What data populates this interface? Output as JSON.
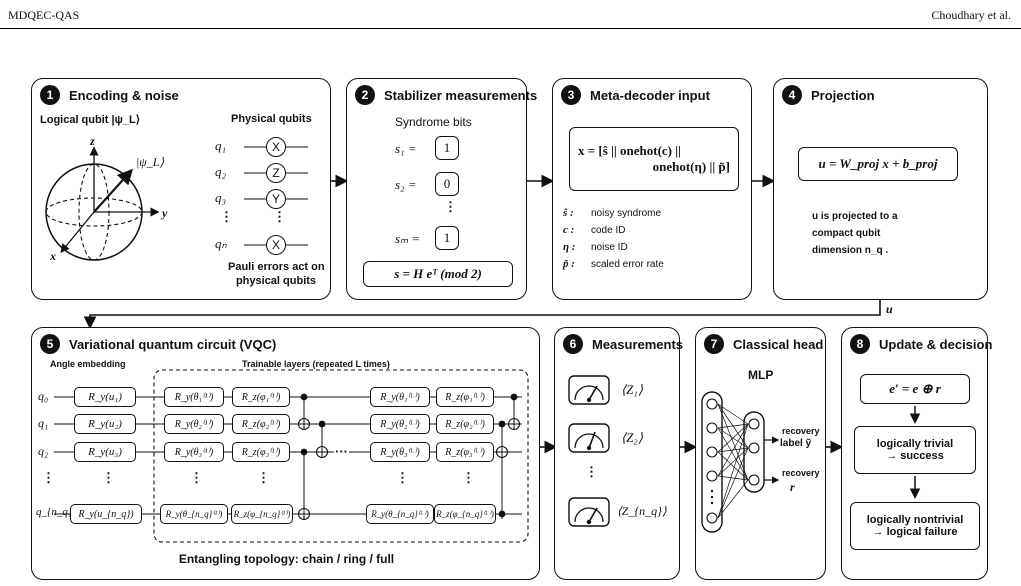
{
  "header": {
    "left": "MDQEC-QAS",
    "right": "Choudhary et al."
  },
  "p1": {
    "num": "1",
    "title": "Encoding & noise",
    "logical_label": "Logical qubit  |ψ_L⟩",
    "psi_label": "|ψ_L⟩",
    "axis_z": "z",
    "axis_y": "y",
    "axis_x": "x",
    "physical_label": "Physical qubits",
    "qubits": [
      "q₁",
      "q₂",
      "q₃",
      "⋮",
      "qₙ"
    ],
    "paulis": [
      "X",
      "Z",
      "Y",
      "X"
    ],
    "note": [
      "Pauli errors act on",
      "physical qubits"
    ]
  },
  "p2": {
    "num": "2",
    "title": "Stabilizer measurements",
    "syndrome_label": "Syndrome bits",
    "rows": [
      {
        "label": "s₁ =",
        "value": "1"
      },
      {
        "label": "s₂ =",
        "value": "0"
      },
      {
        "label": "sₘ =",
        "value": "1"
      }
    ],
    "dots": "⋮",
    "equation": "s = H eᵀ (mod 2)"
  },
  "p3": {
    "num": "3",
    "title": "Meta-decoder input",
    "eq_line1": "x = [ŝ  ||  onehot(c)  ||",
    "eq_line2": "onehot(η)  ||  p̃]",
    "legend": [
      {
        "sym": "ŝ :",
        "desc": "noisy syndrome"
      },
      {
        "sym": "c :",
        "desc": "code ID"
      },
      {
        "sym": "η :",
        "desc": "noise ID"
      },
      {
        "sym": "p̃ :",
        "desc": "scaled error rate"
      }
    ]
  },
  "p4": {
    "num": "4",
    "title": "Projection",
    "equation": "u = W_proj x + b_proj",
    "text": [
      "u    is projected to a",
      "compact qubit",
      "dimension  n_q ."
    ],
    "arrow_label": "u"
  },
  "p5": {
    "num": "5",
    "title": "Variational quantum circuit (VQC)",
    "angle_label": "Angle embedding",
    "trainable_label": "Trainable layers (repeated  L  times)",
    "qubits": [
      "q₀",
      "q₁",
      "q₂",
      "⋮",
      "q_{n_q}"
    ],
    "embed_gates": [
      "R_y(u₁)",
      "R_y(u₂)",
      "R_y(u₃)",
      "⋮",
      "R_y(u_{n_q})"
    ],
    "layer1_ry": [
      "R_y(θ₁⁽¹⁾)",
      "R_y(θ₂⁽¹⁾)",
      "R_y(θ₃⁽¹⁾)",
      "⋮",
      "R_y(θ_{n_q}⁽¹⁾)"
    ],
    "layer1_rz": [
      "R_z(φ₁⁽¹⁾)",
      "R_z(φ₂⁽¹⁾)",
      "R_z(φ₃⁽¹⁾)",
      "⋮",
      "R_z(φ_{n_q}⁽¹⁾)"
    ],
    "layerL_ry": [
      "R_y(θ₁⁽ᴸ⁾)",
      "R_y(θ₂⁽ᴸ⁾)",
      "R_y(θ₃⁽ᴸ⁾)",
      "⋮",
      "R_y(θ_{n_q}⁽ᴸ⁾)"
    ],
    "layerL_rz": [
      "R_z(φ₁⁽ᴸ⁾)",
      "R_z(φ₂⁽ᴸ⁾)",
      "R_z(φ₃⁽ᴸ⁾)",
      "⋮",
      "R_z(φ_{n_q}⁽ᴸ⁾)"
    ],
    "ellipsis": "···",
    "topology": "Entangling topology:  chain / ring / full"
  },
  "p6": {
    "num": "6",
    "title": "Measurements",
    "meters": [
      "⟨Z₁⟩",
      "⟨Z₂⟩",
      "⟨Z_{n_q}⟩"
    ],
    "dots": "⋮"
  },
  "p7": {
    "num": "7",
    "title": "Classical head",
    "mlp": "MLP",
    "out1": [
      "recovery",
      "label  ỹ"
    ],
    "out2": [
      "recovery",
      "r"
    ]
  },
  "p8": {
    "num": "8",
    "title": "Update & decision",
    "eq": "e′ = e ⊕ r",
    "box2": [
      "logically trivial",
      "→ success"
    ],
    "box3": [
      "logically nontrivial",
      "→ logical failure"
    ]
  }
}
